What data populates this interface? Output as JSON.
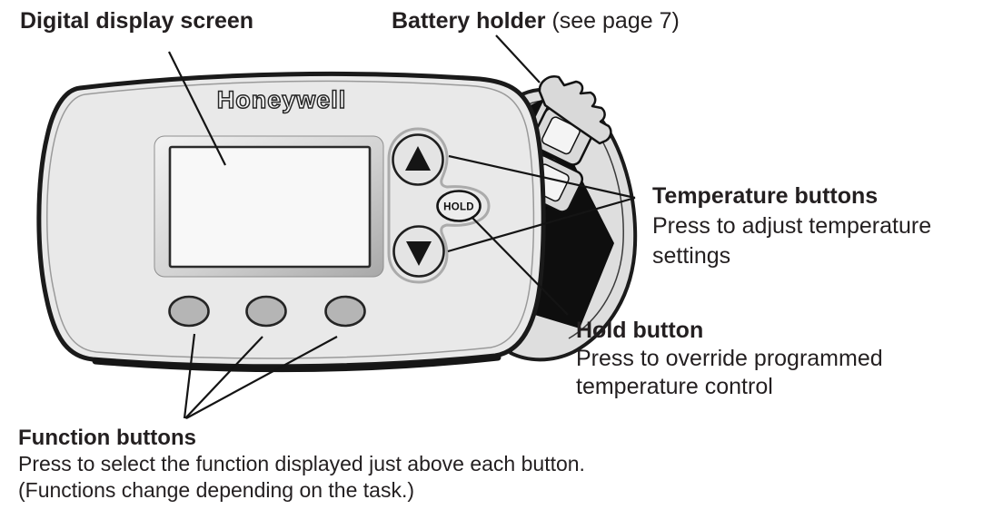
{
  "callouts": {
    "display": {
      "title": "Digital display screen"
    },
    "battery": {
      "title": "Battery holder",
      "note": "(see page 7)"
    },
    "temperature": {
      "title": "Temperature buttons",
      "line1": "Press to adjust temperature",
      "line2": "settings"
    },
    "hold": {
      "title": "Hold button",
      "line1": "Press to override programmed",
      "line2": "temperature control"
    },
    "function": {
      "title": "Function buttons",
      "line1": "Press to select the function displayed just above each button.",
      "line2": "(Functions change depending on the task.)"
    }
  },
  "device": {
    "brand": "Honeywell",
    "hold_button_label": "HOLD",
    "temperature_buttons": [
      "up-arrow",
      "down-arrow"
    ],
    "function_button_count": 3
  },
  "colors": {
    "ink": "#231f20",
    "body_fill": "#e9e9e9",
    "bezel_line": "#9a9a9a",
    "cluster_outline": "#ababab",
    "function_button_fill": "#b5b5b5",
    "screen_fill": "#f8f8f8",
    "battery_dark": "#0e0e0e"
  }
}
